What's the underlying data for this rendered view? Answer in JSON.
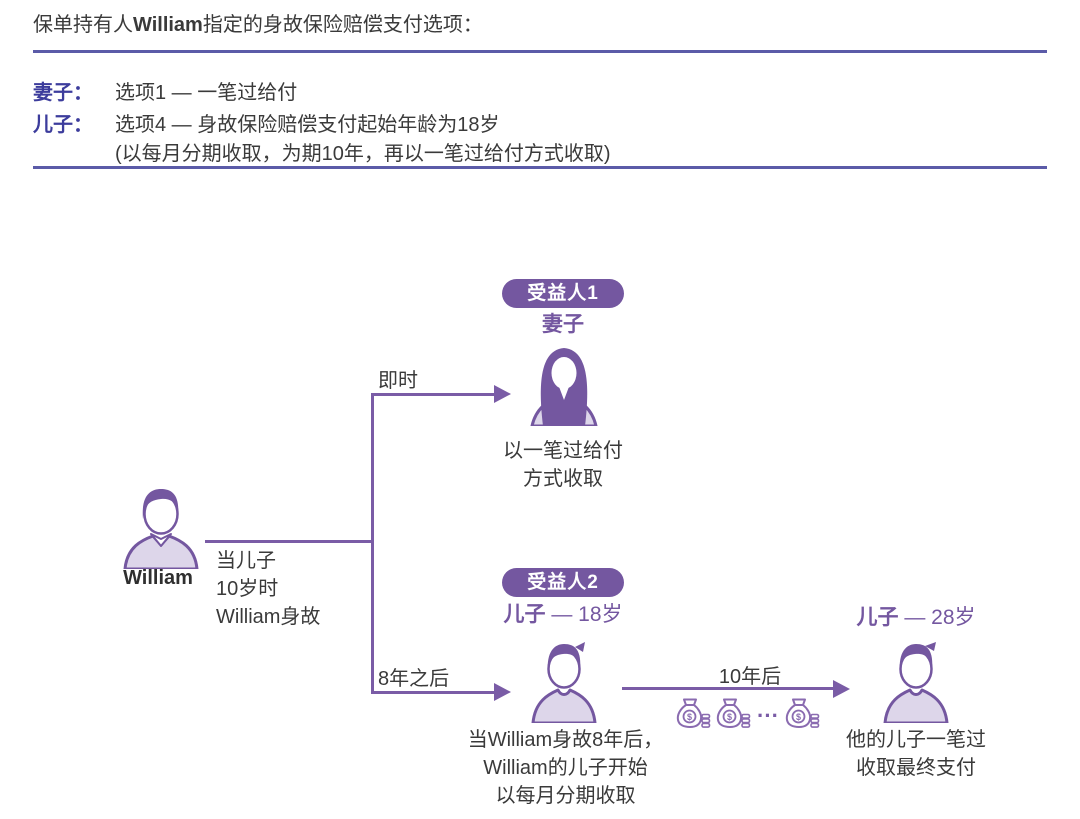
{
  "header": {
    "title_prefix": "保单持有人",
    "title_name": "William",
    "title_suffix": "指定的身故保险赔偿支付选项："
  },
  "options_table": {
    "rows": [
      {
        "label": "妻子：",
        "line1": "选项1 — 一笔过给付",
        "line2": ""
      },
      {
        "label": "儿子：",
        "line1": "选项4 — 身故保险赔偿支付起始年龄为18岁",
        "line2": "(以每月分期收取，为期10年，再以一笔过给付方式收取)"
      }
    ]
  },
  "diagram": {
    "policyholder": {
      "name": "William",
      "event_line1": "当儿子",
      "event_line2": "10岁时",
      "event_line3": "William身故"
    },
    "branch_top_label": "即时",
    "branch_bottom_label": "8年之后",
    "beneficiary1": {
      "badge": "受益人1",
      "name": "妻子",
      "desc_line1": "以一笔过给付",
      "desc_line2": "方式收取"
    },
    "beneficiary2": {
      "badge": "受益人2",
      "name": "儿子",
      "age_suffix": " — 18岁",
      "desc_line1": "当William身故8年后，",
      "desc_line2": "William的儿子开始",
      "desc_line3": "以每月分期收取"
    },
    "final_stage": {
      "arrow_label": "10年后",
      "ellipsis": "···",
      "name": "儿子",
      "age_suffix": " — 28岁",
      "desc_line1": "他的儿子一笔过",
      "desc_line2": "收取最终支付"
    },
    "icons": {
      "money_bag": "money-bag-icon",
      "dollar_sign": "$"
    },
    "colors": {
      "purple": "#7457a0",
      "line_purple": "#7a5ca6",
      "light_purple": "#ddd6ea",
      "table_label_indigo": "#3c3c9c",
      "rule_blue": "#5b5ba8",
      "body_text": "#3a3a3a"
    }
  }
}
